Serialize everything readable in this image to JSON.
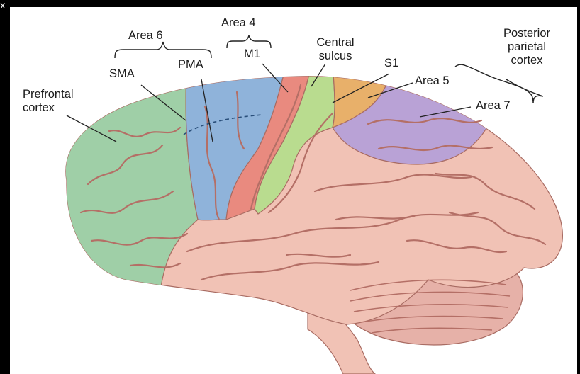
{
  "corner_glyph": "x",
  "labels": {
    "area6": "Area 6",
    "area4": "Area 4",
    "sma": "SMA",
    "pma": "PMA",
    "m1": "M1",
    "central_sulcus": "Central sulcus",
    "s1": "S1",
    "posterior_parietal_cortex": "Posterior parietal cortex",
    "area5": "Area 5",
    "area7": "Area 7",
    "prefrontal_cortex": "Prefrontal cortex"
  },
  "colors": {
    "background": "#ffffff",
    "prefrontal_green": "#9fcfa7",
    "premotor_blue": "#8fb3da",
    "motor_red": "#e98a7f",
    "somatosensory_green": "#b9dc8f",
    "area5_orange": "#e8b06a",
    "area7_purple": "#b9a2d6",
    "brain_pink": "#f1c2b5",
    "cerebellum": "#e6b1a8",
    "sulcus_line": "#b46f66"
  }
}
